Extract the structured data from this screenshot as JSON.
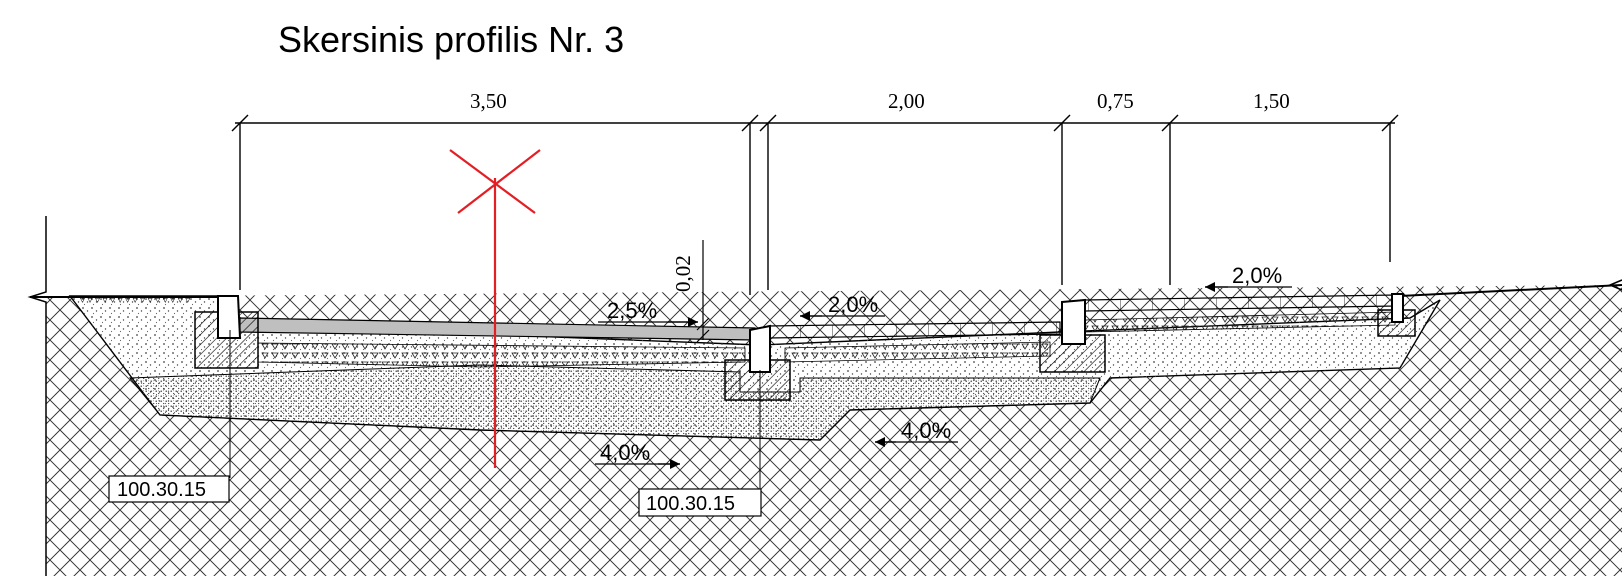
{
  "title": "Skersinis profilis Nr. 3",
  "dimensions": {
    "d1": "3,50",
    "d2": "2,00",
    "d3": "0,75",
    "d4": "1,50",
    "thickness": "0,02"
  },
  "slopes": {
    "road": "2,5%",
    "sidewalk": "2,0%",
    "path": "2,0%",
    "subgrade_left": "4,0%",
    "subgrade_right": "4,0%"
  },
  "codes": {
    "left": "100.30.15",
    "center": "100.30.15"
  },
  "colors": {
    "axis": "#e31e24",
    "line": "#000000",
    "asphalt": "#bfbfbf"
  }
}
